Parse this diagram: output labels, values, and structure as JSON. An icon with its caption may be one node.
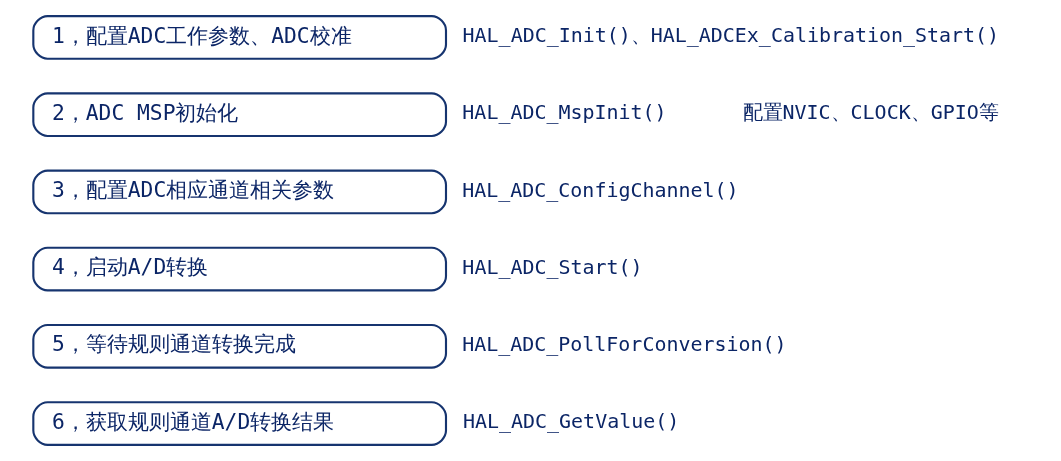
{
  "diagram": {
    "nodes": [
      {
        "text": [
          "1，配置ADC工作参数、ADC校准"
        ],
        "beside": [
          "HAL_ADC_Init()、HAL_ADCEx_Calibration_Start()"
        ]
      },
      {
        "text": [
          "2，ADC MSP初始化"
        ],
        "beside": [
          "HAL_ADC_MspInit()"
        ]
      },
      {
        "text": [
          "3，配置ADC相应通道相关参数"
        ],
        "beside": [
          "HAL_ADC_ConfigChannel()"
        ]
      },
      {
        "text": [
          "4，启动A/D转换"
        ],
        "beside": [
          "HAL_ADC_Start()"
        ]
      },
      {
        "text": [
          "5，等待规则通道转换完成"
        ],
        "beside": [
          "HAL_ADC_PollForConversion()"
        ]
      },
      {
        "text": [
          "6，获取规则通道A/D转换结果"
        ],
        "beside": [
          "HAL_ADC_GetValue()"
        ]
      }
    ],
    "labels": [
      "配置NVIC、CLOCK、GPIO等"
    ]
  }
}
